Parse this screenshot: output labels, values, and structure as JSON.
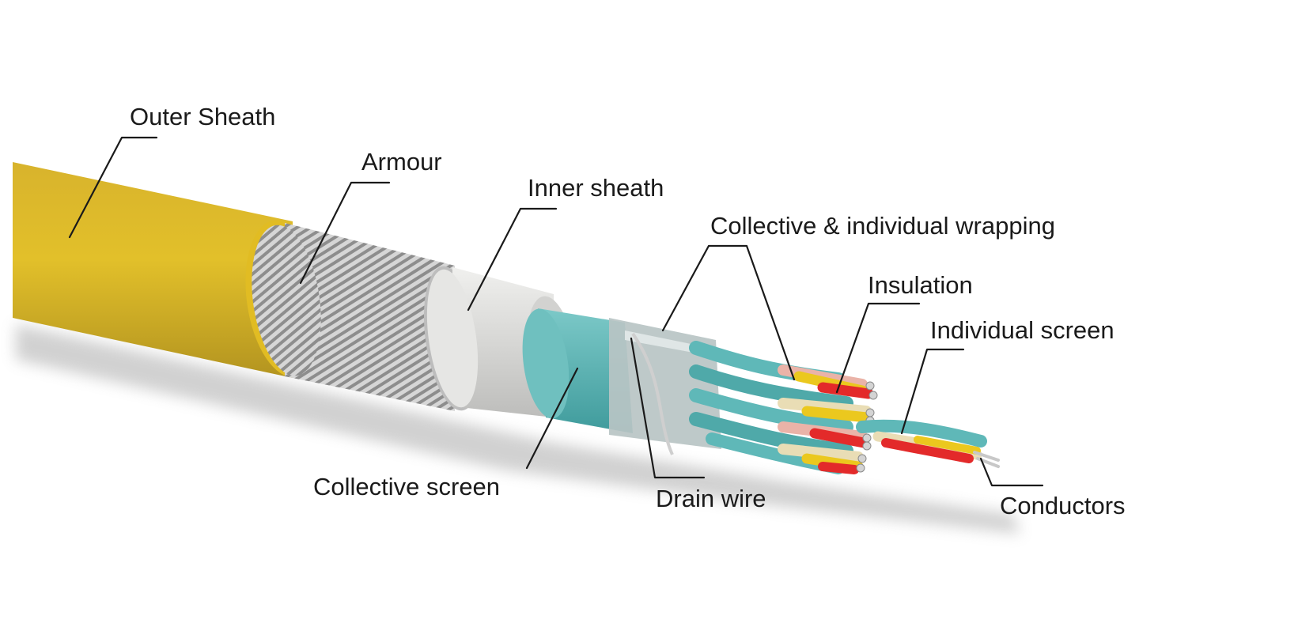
{
  "labels": {
    "outer_sheath": "Outer Sheath",
    "armour": "Armour",
    "inner_sheath": "Inner sheath",
    "collective_individual_wrapping": "Collective & individual wrapping",
    "insulation": "Insulation",
    "individual_screen": "Individual screen",
    "collective_screen": "Collective screen",
    "drain_wire": "Drain wire",
    "conductors": "Conductors"
  },
  "colors": {
    "outer_sheath": "#d9b528",
    "armour": "#c9c9c9",
    "inner_sheath": "#e2e2e0",
    "collective_screen": "#5fb8b8",
    "wrapping": "#b9c4c4",
    "pair_red": "#e32a2a",
    "pair_yellow": "#ebc81e",
    "pair_pink": "#eab3a8",
    "pair_cream": "#e9ddb5",
    "conductor": "#d4d4d4",
    "label_text": "#1a1a1a"
  }
}
